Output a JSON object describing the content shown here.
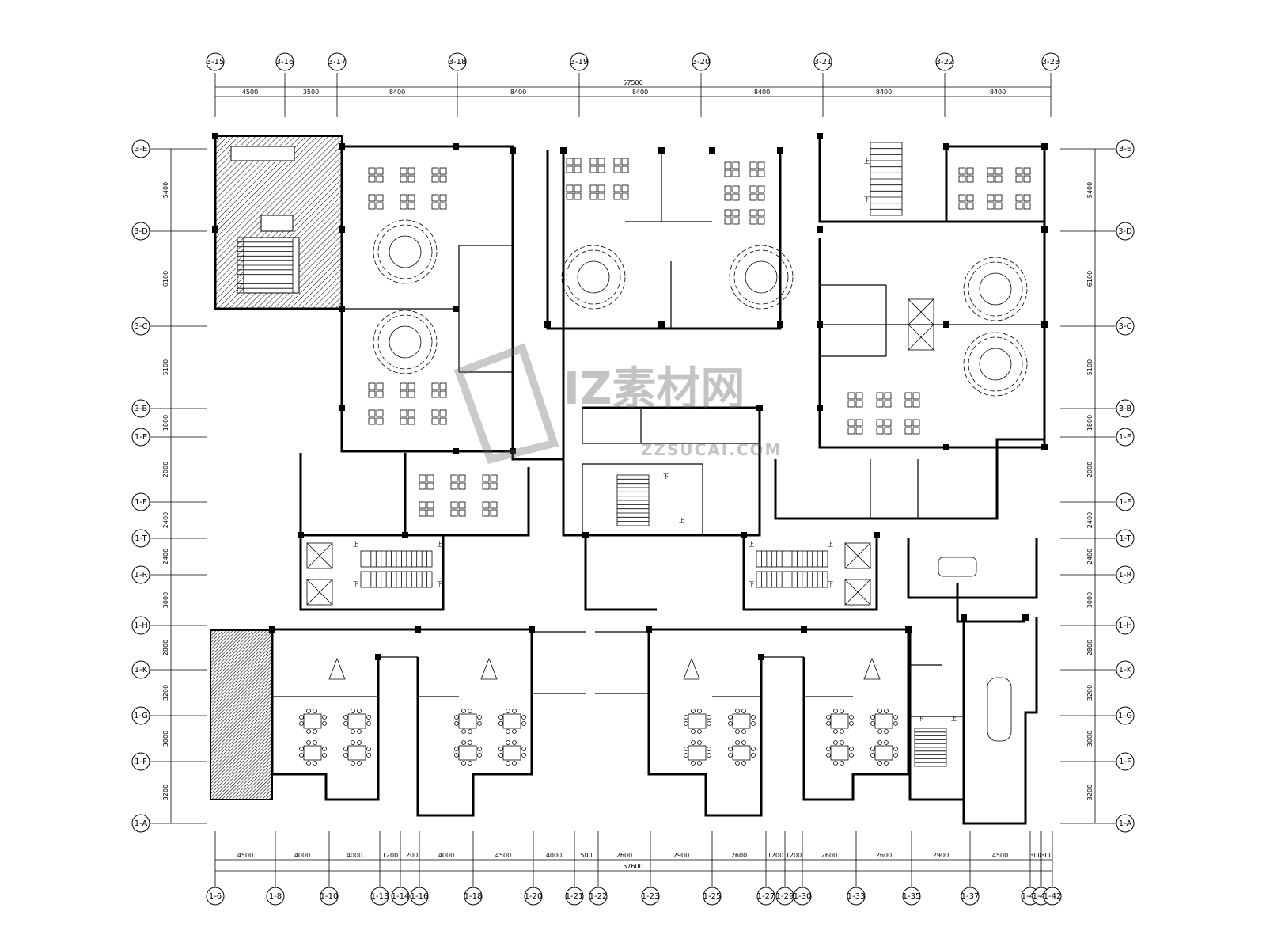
{
  "drawing": {
    "top_grid_labels": [
      "3-15",
      "3-16",
      "3-17",
      "3-18",
      "3-19",
      "3-20",
      "3-21",
      "3-22",
      "3-23"
    ],
    "top_dimensions": [
      "4500",
      "3500",
      "8400",
      "8400",
      "8400",
      "8400",
      "8400",
      "8400"
    ],
    "top_total": "57500",
    "bottom_grid_labels": [
      "1-6",
      "1-8",
      "1-10",
      "1-13",
      "1-14",
      "1-16",
      "1-18",
      "1-20",
      "1-21",
      "1-22",
      "1-23",
      "1-25",
      "1-27",
      "1-29",
      "1-30",
      "1-33",
      "1-35",
      "1-37",
      "1-40",
      "1-41",
      "1-42"
    ],
    "bottom_dimensions": [
      "4500",
      "4000",
      "4000",
      "1200",
      "1200",
      "4000",
      "4500",
      "4000",
      "500",
      "2600",
      "2900",
      "2600",
      "1200",
      "1200",
      "2600",
      "2600",
      "2900",
      "4500",
      "300",
      "300"
    ],
    "bottom_total": "57600",
    "left_grid_labels": [
      "3-E",
      "3-D",
      "3-C",
      "3-B",
      "1-E",
      "1-F",
      "1-T",
      "1-R",
      "1-H",
      "1-K",
      "1-G",
      "1-F",
      "1-A"
    ],
    "right_grid_labels": [
      "3-E",
      "3-D",
      "3-C",
      "3-B",
      "1-E",
      "1-F",
      "1-T",
      "1-R",
      "1-H",
      "1-K",
      "1-G",
      "1-F",
      "1-A"
    ],
    "left_dimensions": [
      "5400",
      "6100",
      "5100",
      "1800",
      "2000",
      "2400",
      "2400",
      "3000",
      "2800",
      "3200",
      "3000",
      "3200"
    ],
    "stair_up": "上",
    "stair_down": "下"
  },
  "watermark": {
    "brand": "IZ素材网",
    "url": "ZZSUCAI.COM"
  }
}
